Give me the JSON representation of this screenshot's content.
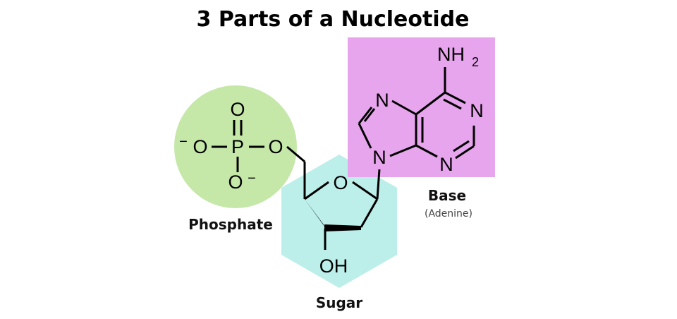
{
  "title": "3 Parts of a Nucleotide",
  "parts": {
    "phosphate": {
      "label": "Phosphate",
      "color": "#c5e8a9"
    },
    "sugar": {
      "label": "Sugar",
      "color": "#bceeea"
    },
    "base": {
      "label": "Base",
      "sublabel": "(Adenine)",
      "color": "#e6a5ec"
    }
  },
  "atoms": {
    "phosphorus": "P",
    "oxygen": "O",
    "nitrogen": "N",
    "amine_n": "NH",
    "amine_sub": "2",
    "hydroxyl": "OH",
    "minus": "−"
  }
}
